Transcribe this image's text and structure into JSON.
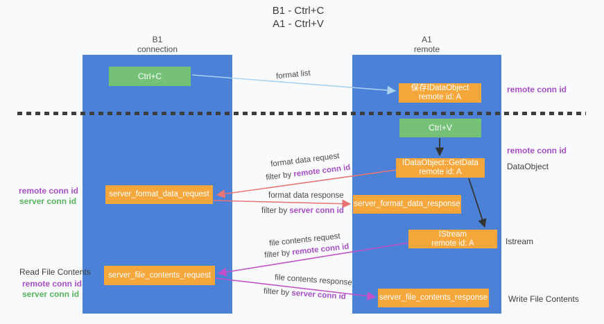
{
  "title": {
    "line1": "B1 - Ctrl+C",
    "line2": "A1 - Ctrl+V"
  },
  "lanes": {
    "left": {
      "name": "B1",
      "role": "connection"
    },
    "right": {
      "name": "A1",
      "role": "remote"
    }
  },
  "nodes": {
    "ctrl_c": {
      "label": "Ctrl+C"
    },
    "save_idataobject": {
      "line1": "保存IDataObject",
      "line2": "remote id: A"
    },
    "ctrl_v": {
      "label": "Ctrl+V"
    },
    "getdata": {
      "line1": "IDataObject::GetData",
      "line2": "remote id: A"
    },
    "istream": {
      "line1": "IStream",
      "line2": "remote id: A"
    },
    "format_request": {
      "label": "server_format_data_request"
    },
    "format_response": {
      "label": "server_format_data_response"
    },
    "file_request": {
      "label": "server_file_contents_request"
    },
    "file_response": {
      "label": "server_file_contents_response"
    }
  },
  "labels": {
    "format_list": "format list",
    "format_data_request": "format data request",
    "format_data_response": "format data response",
    "file_contents_request": "file contents request",
    "file_contents_response": "file contents response",
    "filter_by": "filter by ",
    "remote_conn_id": "remote conn id",
    "server_conn_id": "server conn id"
  },
  "side": {
    "right_top_conn": "remote conn id",
    "right_mid_conn": "remote conn id",
    "dataobject": "DataObject",
    "istream": "Istream",
    "write_file": "Write File Contents",
    "read_file": "Read File Contents",
    "left_fmt_remote": "remote conn id",
    "left_fmt_server": "server conn id",
    "left_file_remote": "remote conn id",
    "left_file_server": "server conn id"
  },
  "colors": {
    "lane_blue": "#4c81d8",
    "node_orange": "#f5a73c",
    "node_green": "#74c177",
    "arrow_salmon": "#e97573",
    "arrow_magenta": "#c44fc8",
    "arrow_lightblue": "#a9d2f0",
    "arrow_black": "#333333",
    "text_purple": "#a84fc4",
    "text_green": "#56b45c"
  }
}
